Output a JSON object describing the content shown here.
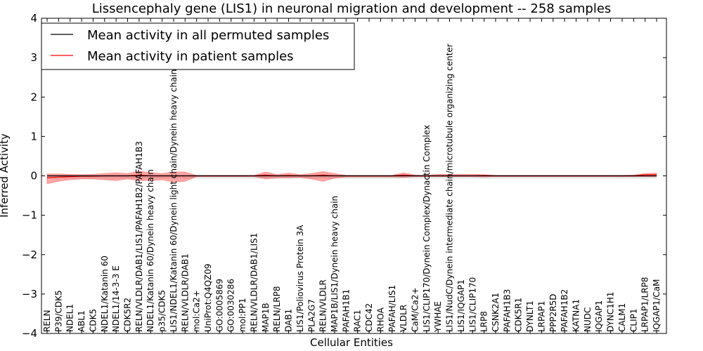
{
  "chart_data": {
    "type": "line",
    "title": "Lissencephaly gene (LIS1) in neuronal migration and development -- 258 samples",
    "xlabel": "Cellular Entities",
    "ylabel": "Inferred Activity",
    "ylim": [
      -4,
      4
    ],
    "yticks": [
      -4,
      -3,
      -2,
      -1,
      0,
      1,
      2,
      3,
      4
    ],
    "grid": false,
    "legend_position": "top-left",
    "categories": [
      "RELN",
      "P39/CDK5",
      "NDEL1",
      "ABL1",
      "CDK5",
      "NDEL1/Katanin 60",
      "NDEL1/14-3-3 E",
      "CDK5R2",
      "RELN/VLDLR/DAB1/LIS1/PAFAH1B2/PAFAH1B3",
      "NDEL1/Katanin 60/Dynein heavy chain",
      "p35/CDK5",
      "LIS1/NDEL1/Katanin 60/Dynein light chain/Dynein heavy chain",
      "RELN/VLDLR/DAB1",
      "mol:Ca2+",
      "UniProt:Q4QZ09",
      "GO:0005869",
      "GO:0030286",
      "mol:PP1",
      "RELN/VLDLR/DAB1/LIS1",
      "MAP1B",
      "RELN/LRP8",
      "DAB1",
      "LIS1/Poliovirus Protein 3A",
      "PLA2G7",
      "RELN/VLDLR",
      "MAP1B/LIS1/Dynein heavy chain",
      "PAFAH1B1",
      "RAC1",
      "CDC42",
      "RHOA",
      "PAFAH/LIS1",
      "VLDLR",
      "CaM/Ca2+",
      "LIS1/CLIP170/Dynein Complex/Dynactin Complex",
      "YWHAE",
      "LIS1/NudC/Dynein intermediate chain/microtubule organizing center",
      "LIS1/IQGAP1",
      "LIS1/CLIP170",
      "LRP8",
      "CSNK2A1",
      "PAFAH1B3",
      "CDK5R1",
      "DYNLT1",
      "LRPAP1",
      "PPP2R5D",
      "PAFAH1B2",
      "KATNA1",
      "NUDC",
      "IQGAP1",
      "DYNC1H1",
      "CALM1",
      "CLIP1",
      "LRPAP1/LRP8",
      "IQGAP1/CaM"
    ],
    "series": [
      {
        "name": "Mean activity in all permuted samples",
        "color": "#000000",
        "values": [
          0,
          0,
          0,
          0,
          0,
          0,
          0,
          0,
          0,
          0,
          0,
          0,
          0,
          0,
          0,
          0,
          0,
          0,
          0,
          0,
          0,
          0,
          0,
          0,
          0,
          0,
          0,
          0,
          0,
          0,
          0,
          0,
          0,
          0,
          0,
          0,
          0,
          0,
          0,
          0,
          0,
          0,
          0,
          0,
          0,
          0,
          0,
          0,
          0,
          0,
          0,
          0,
          0,
          0
        ],
        "band_upper": [
          0.03,
          0.03,
          0.03,
          0.03,
          0.03,
          0.03,
          0.03,
          0.03,
          0.03,
          0.03,
          0.03,
          0.03,
          0.03,
          0.03,
          0.03,
          0.03,
          0.03,
          0.03,
          0.03,
          0.03,
          0.03,
          0.03,
          0.03,
          0.03,
          0.03,
          0.03,
          0.03,
          0.03,
          0.03,
          0.03,
          0.03,
          0.03,
          0.03,
          0.03,
          0.03,
          0.03,
          0.03,
          0.03,
          0.03,
          0.03,
          0.03,
          0.03,
          0.03,
          0.03,
          0.03,
          0.03,
          0.03,
          0.03,
          0.03,
          0.03,
          0.03,
          0.03,
          0.03,
          0.03
        ],
        "band_lower": [
          -0.07,
          -0.07,
          -0.07,
          -0.07,
          -0.07,
          -0.07,
          -0.07,
          -0.07,
          -0.07,
          -0.07,
          -0.07,
          -0.07,
          -0.07,
          -0.07,
          -0.07,
          -0.07,
          -0.07,
          -0.07,
          -0.07,
          -0.07,
          -0.07,
          -0.07,
          -0.07,
          -0.07,
          -0.07,
          -0.07,
          -0.07,
          -0.07,
          -0.07,
          -0.07,
          -0.07,
          -0.07,
          -0.07,
          -0.07,
          -0.07,
          -0.07,
          -0.07,
          -0.07,
          -0.07,
          -0.07,
          -0.07,
          -0.07,
          -0.07,
          -0.07,
          -0.07,
          -0.07,
          -0.07,
          -0.07,
          -0.07,
          -0.07,
          -0.07,
          -0.07,
          -0.07,
          -0.07
        ]
      },
      {
        "name": "Mean activity in patient samples",
        "color": "#ff0000",
        "values": [
          -0.05,
          -0.03,
          -0.02,
          -0.01,
          -0.01,
          0,
          0,
          0,
          0.02,
          0,
          0,
          0,
          0,
          0,
          0,
          0,
          0,
          0,
          0,
          0.02,
          0,
          0.01,
          0,
          0,
          0.02,
          0,
          0,
          0,
          0,
          0,
          0,
          0.02,
          0,
          0,
          0,
          0,
          0,
          0,
          0.01,
          0,
          0,
          0,
          0,
          0,
          0,
          0,
          0,
          0,
          0,
          0,
          0,
          0,
          0.03,
          0.03
        ],
        "band_upper": [
          0.05,
          0.05,
          0.04,
          0.03,
          0.04,
          0.06,
          0.08,
          0.06,
          0.12,
          0.08,
          0.06,
          0.1,
          0.1,
          0.01,
          0.01,
          0.01,
          0.01,
          0.01,
          0.01,
          0.1,
          0.03,
          0.07,
          0.03,
          0.06,
          0.11,
          0.06,
          0.01,
          0.01,
          0.01,
          0.01,
          0.01,
          0.08,
          0.02,
          0.01,
          0.04,
          0.04,
          0.04,
          0.04,
          0.03,
          0.01,
          0.01,
          0.01,
          0.01,
          0.01,
          0.01,
          0.01,
          0.01,
          0.01,
          0.01,
          0.01,
          0.01,
          0.02,
          0.06,
          0.07
        ],
        "band_lower": [
          -0.2,
          -0.14,
          -0.1,
          -0.08,
          -0.08,
          -0.1,
          -0.12,
          -0.08,
          -0.12,
          -0.12,
          -0.1,
          -0.16,
          -0.14,
          -0.02,
          -0.02,
          -0.02,
          -0.02,
          -0.02,
          -0.02,
          -0.08,
          -0.05,
          -0.05,
          -0.04,
          -0.08,
          -0.14,
          -0.06,
          -0.03,
          -0.03,
          -0.03,
          -0.03,
          -0.03,
          -0.04,
          -0.02,
          -0.02,
          -0.02,
          -0.02,
          -0.02,
          -0.02,
          -0.03,
          -0.02,
          -0.02,
          -0.02,
          -0.02,
          -0.02,
          -0.02,
          -0.02,
          -0.02,
          -0.02,
          -0.02,
          -0.02,
          -0.02,
          -0.02,
          -0.02,
          -0.02
        ]
      }
    ]
  }
}
